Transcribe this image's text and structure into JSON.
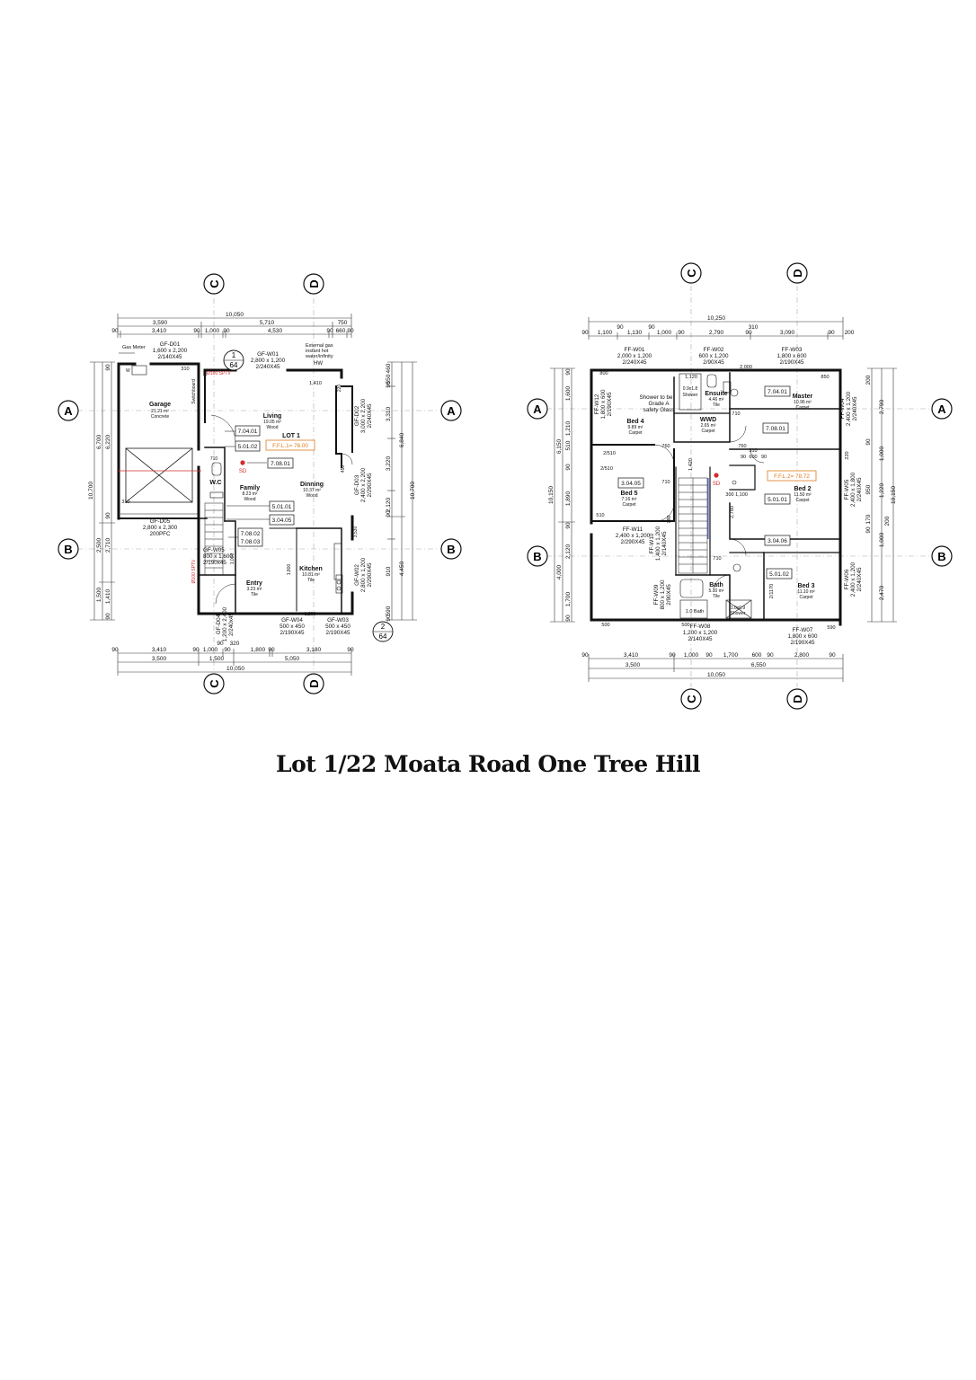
{
  "caption": "Lot 1/22 Moata Road One Tree Hill",
  "colors": {
    "line": "#1a1a1a",
    "red": "#d42a2a",
    "orange": "#e07a1c",
    "stair_blue": "#2a3fbf",
    "wall": "#111111"
  },
  "gridlines": {
    "C": "C",
    "D": "D",
    "A": "A",
    "B": "B"
  },
  "ground": {
    "top_dims": {
      "total": "10,050",
      "row2": [
        "3,590",
        "5,710",
        "750"
      ],
      "row3": [
        "90",
        "3,410",
        "90",
        "1,000",
        "90",
        "4,530",
        "90",
        "660",
        "90"
      ]
    },
    "bottom_dims": {
      "row1": [
        "90",
        "3,410",
        "90",
        "1,000",
        "90",
        "1,800",
        "90",
        "3,180",
        "90"
      ],
      "row1b": [
        "90",
        "320"
      ],
      "row2": [
        "3,500",
        "1,500",
        "5,050"
      ],
      "total": "10,050"
    },
    "left_dims": {
      "total": "10,700",
      "row2": [
        "6,700",
        "2,500",
        "1,500"
      ],
      "row3": [
        "90",
        "6,220",
        "90",
        "2,710",
        "1,410",
        "90"
      ]
    },
    "right_dims": {
      "total": "10,700",
      "row2": [
        "6,840",
        "4,450"
      ],
      "row3": [
        "460",
        "550",
        "3,310",
        "3,220",
        "2,120",
        "910",
        "590"
      ],
      "row3b": [
        "90",
        "90",
        "90"
      ]
    },
    "section_top": {
      "num": "1",
      "sheet": "64"
    },
    "section_bottom": {
      "num": "2",
      "sheet": "64"
    },
    "gas_meter": "Gas Meter",
    "hw_note": [
      "External gas",
      "instant hot",
      "water/infinity"
    ],
    "hw": "HW",
    "switchboard": "Switchboard",
    "w_label": "W",
    "red_notes": [
      "Ø100 SPTV",
      "Ø100 SPTV"
    ],
    "openings": [
      {
        "id": "GF-D01",
        "size": "1,600 x 2,200",
        "lintel": "2/140X45"
      },
      {
        "id": "GF-W01",
        "size": "2,800 x 1,200",
        "lintel": "2/240X45"
      },
      {
        "id": "GF-D02",
        "size": "3,000 x 2,200",
        "lintel": "2/240X45"
      },
      {
        "id": "GF-D03",
        "size": "2,400 x 2,200",
        "lintel": "2/290X45"
      },
      {
        "id": "GF-W02",
        "size": "2,800 x 1,200",
        "lintel": "2/290X45"
      },
      {
        "id": "GF-D05",
        "size": "2,800 x 2,300",
        "lintel": "200PFC"
      },
      {
        "id": "GF-W05",
        "size": "800 x 1,600",
        "lintel": "2/190x45"
      },
      {
        "id": "GF-D04",
        "size": "1,200 x 2,400",
        "lintel": "2/240x45"
      },
      {
        "id": "GF-W04",
        "size": "500 x 450",
        "lintel": "2/190X45"
      },
      {
        "id": "GF-W03",
        "size": "500 x 450",
        "lintel": "2/190X45"
      }
    ],
    "rooms": [
      {
        "name": "Garage",
        "area": "21.21 m²",
        "floor": "Concrete"
      },
      {
        "name": "Living",
        "area": "19.05 m²",
        "floor": "Wood"
      },
      {
        "name": "Family",
        "area": "8.23 m²",
        "floor": "Wood"
      },
      {
        "name": "Dinning",
        "area": "10.37 m²",
        "floor": "Wood"
      },
      {
        "name": "Kitchen",
        "area": "10.81 m²",
        "floor": "Tile"
      },
      {
        "name": "Entry",
        "area": "3.23 m²",
        "floor": "Tile"
      },
      {
        "name": "W.C",
        "area": "",
        "floor": ""
      }
    ],
    "lot": "LOT 1",
    "ffl": "F.F.L.1= 76.00",
    "sd": "SD",
    "tags": [
      "7.04.01",
      "5.01.02",
      "7.08.01",
      "5.01.01",
      "3.04.05",
      "7.08.02",
      "7.08.03"
    ],
    "misc": [
      "310",
      "310",
      "1,410",
      "220",
      "450",
      "710",
      "1,800",
      "1,200",
      "1,000",
      "3,530"
    ]
  },
  "first": {
    "top_dims": {
      "total": "10,250",
      "row2": [
        "310"
      ],
      "row3": [
        "90",
        "1,100",
        "1,130",
        "1,000",
        "90",
        "2,790",
        "90",
        "3,090",
        "90",
        "200"
      ],
      "row3b": [
        "90",
        "90"
      ]
    },
    "bottom_dims": {
      "row1": [
        "90",
        "3,410",
        "90",
        "1,000",
        "90",
        "1,700",
        "600",
        "90",
        "2,800",
        "90"
      ],
      "row2": [
        "3,500",
        "6,550"
      ],
      "total": "10,050"
    },
    "left_dims": {
      "total": "10,150",
      "row2": [
        "6,150",
        "4,000"
      ],
      "row3": [
        "1,600",
        "1,210",
        "510",
        "1,890",
        "2,120",
        "1,700",
        "90"
      ],
      "row3b": [
        "90",
        "90",
        "90"
      ]
    },
    "right_dims": {
      "total": "10,150",
      "row2": [
        "2,790",
        "1,000",
        "1,220",
        "1,000",
        "2,470"
      ],
      "row3": [
        "200",
        "90",
        "170",
        "90",
        "950",
        "200"
      ]
    },
    "openings": [
      {
        "id": "FF-W01",
        "size": "2,000 x 1,200",
        "lintel": "2/240X45"
      },
      {
        "id": "FF-W02",
        "size": "600 x 1,200",
        "lintel": "2/90X45"
      },
      {
        "id": "FF-W03",
        "size": "1,800 x 600",
        "lintel": "2/190X45"
      },
      {
        "id": "FF-W12",
        "size": "1,800 x 600",
        "lintel": "2/190X45"
      },
      {
        "id": "FF-W04",
        "size": "2,400 x 1,200",
        "lintel": "2/240X45"
      },
      {
        "id": "FF-W05",
        "size": "2,400 x 1,800",
        "lintel": "2/240X45"
      },
      {
        "id": "FF-W11",
        "size": "2,400 x 1,200",
        "lintel": "2/290X45"
      },
      {
        "id": "FF-W10",
        "size": "1,400 x 1,200",
        "lintel": "2/140X45"
      },
      {
        "id": "FF-W06",
        "size": "2,400 x 1,200",
        "lintel": "2/240X45"
      },
      {
        "id": "FF-W09",
        "size": "800 x 1,200",
        "lintel": "2/90X45"
      },
      {
        "id": "FF-W08",
        "size": "1,200 x 1,200",
        "lintel": "2/140X45"
      },
      {
        "id": "FF-W07",
        "size": "1,800 x 600",
        "lintel": "2/190X45"
      }
    ],
    "rooms": [
      {
        "name": "Bed 4",
        "area": "9.89 m²",
        "floor": "Carpet"
      },
      {
        "name": "Ensuite",
        "area": "4.46 m²",
        "floor": "Tile"
      },
      {
        "name": "Master",
        "area": "10.96 m²",
        "floor": "Carpet"
      },
      {
        "name": "WWD",
        "area": "2.65 m²",
        "floor": "Carpet"
      },
      {
        "name": "Bed 5",
        "area": "7.16 m²",
        "floor": "Carpet"
      },
      {
        "name": "Bed 2",
        "area": "11.50 m²",
        "floor": "Carpet"
      },
      {
        "name": "Bed 3",
        "area": "11.10 m²",
        "floor": "Carpet"
      },
      {
        "name": "Bath",
        "area": "5.10 m²",
        "floor": "Tile"
      }
    ],
    "shower_note": [
      "Shower to be",
      "Grade A",
      "safety Glass"
    ],
    "shower": "0.9x1.8",
    "shower_label": "Shower",
    "shower2": "1.0x0.9",
    "shower2_label": "Shower",
    "bath_label": "1.0 Bath",
    "ffl": "F.F.L.2= 78.72",
    "sd": "SD",
    "tags": [
      "7.04.01",
      "7.08.01",
      "3.04.05",
      "5.01.01",
      "3.04.06",
      "5.01.02"
    ],
    "misc": [
      "1,120",
      "2,000",
      "850",
      "800",
      "760",
      "2/510",
      "2/510",
      "510",
      "760",
      "710",
      "1,420",
      "710",
      "1,100",
      "300",
      "310",
      "90",
      "600",
      "90",
      "780",
      "2/1170",
      "710",
      "2,780",
      "220",
      "500",
      "500",
      "590"
    ]
  }
}
